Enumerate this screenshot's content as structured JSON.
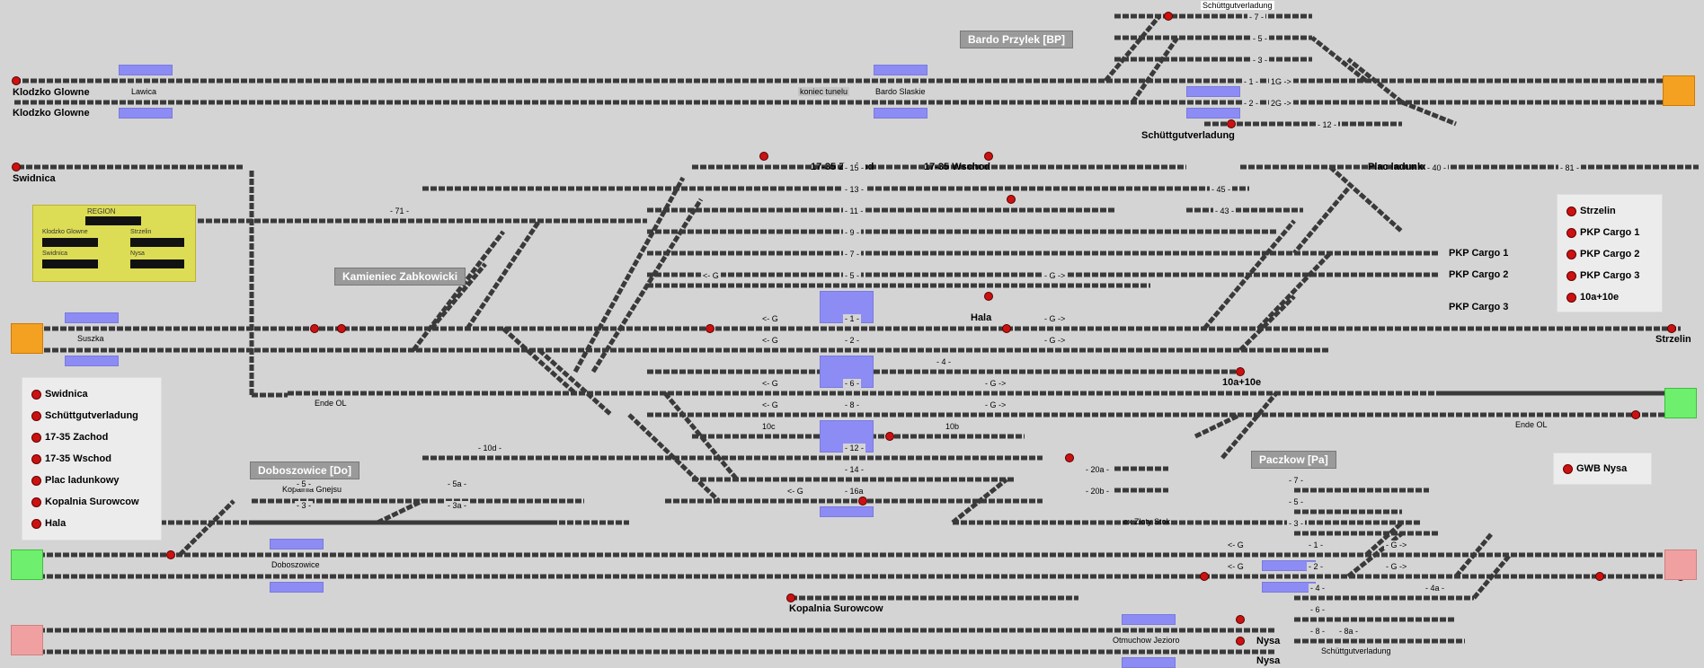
{
  "colors": {
    "background": "#d4d4d4",
    "track": "#3a3a3a",
    "signal_red": "#cc1111",
    "platform": "#8c8cf4",
    "exit_orange": "#f4a020",
    "exit_green": "#6ef06e",
    "exit_pink": "#f0a0a0",
    "region_yellow": "#dddd55"
  },
  "stations": {
    "bardo_przylek": "Bardo Przylek [BP]",
    "kamieniec": "Kamieniec Zabkowicki",
    "doboszowice": "Doboszowice [Do]",
    "paczkow": "Paczkow [Pa]"
  },
  "labels": {
    "klodzko1": "Klodzko Glowne",
    "klodzko2": "Klodzko Glowne",
    "swidnica": "Swidnica",
    "lawica": "Lawica",
    "koniec_tunelu": "koniec tunelu",
    "bardo_slaskie": "Bardo Slaskie",
    "schutt_top": "Schüttgutverladung",
    "schutt_mid": "Schüttgutverladung",
    "schutt_bottom": "Schüttgutverladung",
    "zachod": "17-35 Zachod",
    "wschod": "17-35 Wschod",
    "plac": "Plac ladunkowy",
    "pkp1": "PKP Cargo 1",
    "pkp2": "PKP Cargo 2",
    "pkp3": "PKP Cargo 3",
    "hala": "Hala",
    "strzelin": "Strzelin",
    "suszka": "Suszka",
    "ende_ol1": "Ende OL",
    "ende_ol2": "Ende OL",
    "s10a10e": "10a+10e",
    "kopalnia_gnejsu": "Kopalnia Gnejsu",
    "doboszowice_plat": "Doboszowice",
    "ex_zloty": "ex Zloty Stok",
    "kopalnia_surowcow": "Kopalnia Surowcow",
    "nysa1": "Nysa",
    "nysa2": "Nysa",
    "otmuchow": "Otmuchow Jezioro"
  },
  "region_panel": {
    "title": "REGION",
    "klodzko": "Klodzko Glowne",
    "strzelin": "Strzelin",
    "swidnica": "Swidnica",
    "nysa": "Nysa"
  },
  "legend_left": [
    "Swidnica",
    "Schüttgutverladung",
    "17-35 Zachod",
    "17-35 Wschod",
    "Plac ladunkowy",
    "Kopalnia Surowcow",
    "Hala"
  ],
  "legend_right": [
    "Strzelin",
    "PKP Cargo 1",
    "PKP Cargo 2",
    "PKP Cargo 3",
    "10a+10e"
  ],
  "legend_gwb": "GWB Nysa",
  "track_labels": [
    {
      "t": "- 7 -"
    },
    {
      "t": "- 5 -"
    },
    {
      "t": "- 3 -"
    },
    {
      "t": "- 1 -"
    },
    {
      "t": "1G ->"
    },
    {
      "t": "- 2 -"
    },
    {
      "t": "2G ->"
    },
    {
      "t": "- 12 -"
    },
    {
      "t": "- 15 -"
    },
    {
      "t": "- 13 -"
    },
    {
      "t": "- 11 -"
    },
    {
      "t": "- 9 -"
    },
    {
      "t": "- 7 -"
    },
    {
      "t": "<- G"
    },
    {
      "t": "- 5 -"
    },
    {
      "t": "- G ->"
    },
    {
      "t": "- 71 -"
    },
    {
      "t": "- 45 -"
    },
    {
      "t": "- 43 -"
    },
    {
      "t": "- 81 -"
    },
    {
      "t": "- 40 -"
    },
    {
      "t": "<- G"
    },
    {
      "t": "- 1 -"
    },
    {
      "t": "- G ->"
    },
    {
      "t": "<- G"
    },
    {
      "t": "- 2 -"
    },
    {
      "t": "- G ->"
    },
    {
      "t": "- 4 -"
    },
    {
      "t": "<- G"
    },
    {
      "t": "- 6 -"
    },
    {
      "t": "- G ->"
    },
    {
      "t": "<- G"
    },
    {
      "t": "- 8 -"
    },
    {
      "t": "- G ->"
    },
    {
      "t": "10c"
    },
    {
      "t": "10b"
    },
    {
      "t": "- 10d -"
    },
    {
      "t": "- 12 -"
    },
    {
      "t": "- 14 -"
    },
    {
      "t": "<- G"
    },
    {
      "t": "- 16a"
    },
    {
      "t": "- 20a -"
    },
    {
      "t": "- 20b -"
    },
    {
      "t": "- 5 -"
    },
    {
      "t": "- 5a -"
    },
    {
      "t": "- 3 -"
    },
    {
      "t": "- 3a -"
    },
    {
      "t": "- 7 -"
    },
    {
      "t": "- 5 -"
    },
    {
      "t": "- 3 -"
    },
    {
      "t": "<- G"
    },
    {
      "t": "- 1 -"
    },
    {
      "t": "- G ->"
    },
    {
      "t": "<- G"
    },
    {
      "t": "- 2 -"
    },
    {
      "t": "- G ->"
    },
    {
      "t": "- 4 -"
    },
    {
      "t": "- 4a -"
    },
    {
      "t": "- 6 -"
    },
    {
      "t": "- 8 -"
    },
    {
      "t": "- 8a -"
    }
  ]
}
